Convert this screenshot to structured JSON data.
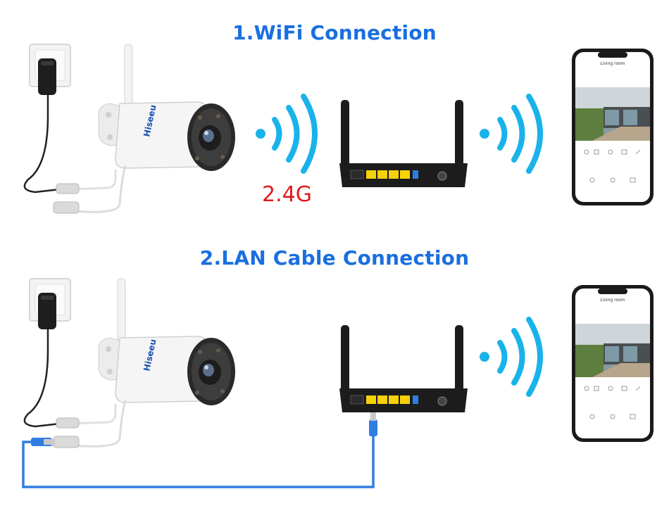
{
  "colors": {
    "heading": "#1a6fe0",
    "wifi_waves": "#19b3ea",
    "frequency_label": "#e01b1b",
    "lan_cable": "#2f7de0",
    "router": "#1c1c1c",
    "camera_body": "#f2f2f2"
  },
  "sections": [
    {
      "title": "1.WiFi Connection",
      "frequency_label": "2.4G",
      "devices": [
        "power-adapter",
        "camera",
        "router",
        "smartphone"
      ],
      "camera_brand": "Hiseeu",
      "phone_app_title": "Living room",
      "connection_camera_to_router": "wifi",
      "connection_router_to_phone": "wifi"
    },
    {
      "title": "2.LAN Cable Connection",
      "devices": [
        "power-adapter",
        "camera",
        "router",
        "smartphone"
      ],
      "camera_brand": "Hiseeu",
      "phone_app_title": "Living room",
      "connection_camera_to_router": "lan-cable",
      "connection_router_to_phone": "wifi"
    }
  ],
  "icons": [
    "power-outlet-icon",
    "wifi-signal-icon",
    "ethernet-plug-icon"
  ]
}
